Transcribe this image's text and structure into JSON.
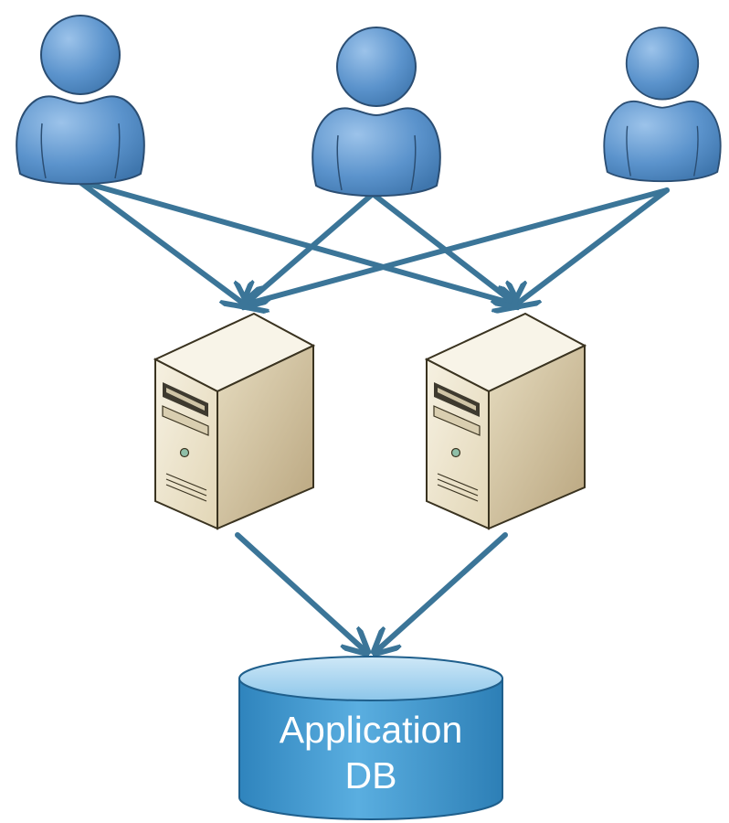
{
  "diagram": {
    "nodes": {
      "users": [
        {
          "id": "user-1",
          "icon": "user-icon"
        },
        {
          "id": "user-2",
          "icon": "user-icon"
        },
        {
          "id": "user-3",
          "icon": "user-icon"
        }
      ],
      "servers": [
        {
          "id": "server-1",
          "icon": "server-tower-icon"
        },
        {
          "id": "server-2",
          "icon": "server-tower-icon"
        }
      ],
      "database": {
        "id": "application-db",
        "icon": "database-cylinder-icon",
        "label_line1": "Application",
        "label_line2": "DB"
      }
    },
    "edges": [
      {
        "from": "user-1",
        "to": "server-1"
      },
      {
        "from": "user-1",
        "to": "server-2"
      },
      {
        "from": "user-2",
        "to": "server-1"
      },
      {
        "from": "user-2",
        "to": "server-2"
      },
      {
        "from": "user-3",
        "to": "server-1"
      },
      {
        "from": "user-3",
        "to": "server-2"
      },
      {
        "from": "server-1",
        "to": "application-db"
      },
      {
        "from": "server-2",
        "to": "application-db"
      }
    ],
    "colors": {
      "arrow": "#3b7598",
      "user_fill": "#5b93cc",
      "user_stroke": "#2b4e73",
      "server_body": "#ede4cc",
      "server_side": "#c7b692",
      "database_fill": "#4a9bd0"
    }
  }
}
